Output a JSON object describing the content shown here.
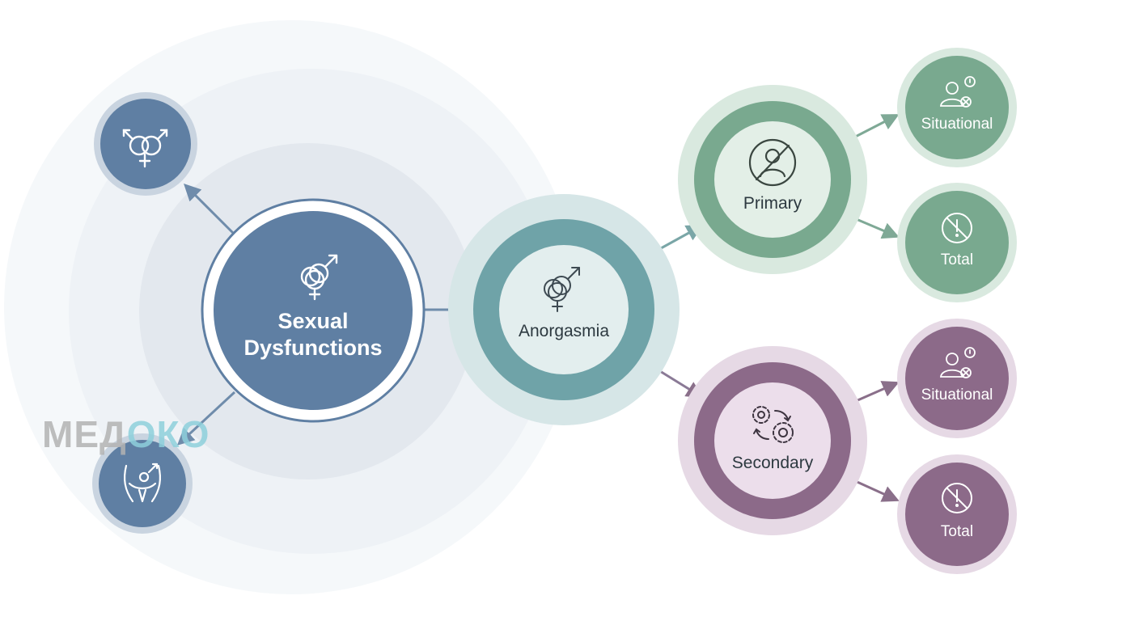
{
  "root": {
    "label_line1": "Sexual",
    "label_line2": "Dysfunctions",
    "icon": "gender-symbols-icon"
  },
  "side_top": {
    "icon": "transgender-symbol-icon"
  },
  "side_bottom": {
    "icon": "pelvis-icon"
  },
  "hub": {
    "label": "Anorgasmia",
    "icon": "gender-symbols-icon"
  },
  "primary": {
    "label": "Primary",
    "icon": "crossed-person-icon",
    "children": [
      {
        "label": "Situational",
        "icon": "person-alert-icon"
      },
      {
        "label": "Total",
        "icon": "prohibited-alert-icon"
      }
    ]
  },
  "secondary": {
    "label": "Secondary",
    "icon": "gears-cycle-icon",
    "children": [
      {
        "label": "Situational",
        "icon": "person-alert-icon"
      },
      {
        "label": "Total",
        "icon": "prohibited-alert-icon"
      }
    ]
  },
  "watermark": {
    "part1": "МЕД",
    "part2": "ОКО"
  },
  "colors": {
    "root": "#5f7fa3",
    "hub": "#6fa3a8",
    "primary": "#79a98f",
    "secondary": "#8c6a89",
    "arrow_blue": "#6f8cab",
    "arrow_teal": "#7aa6a7",
    "arrow_green": "#7fa996",
    "arrow_purple": "#8a6f8a"
  }
}
